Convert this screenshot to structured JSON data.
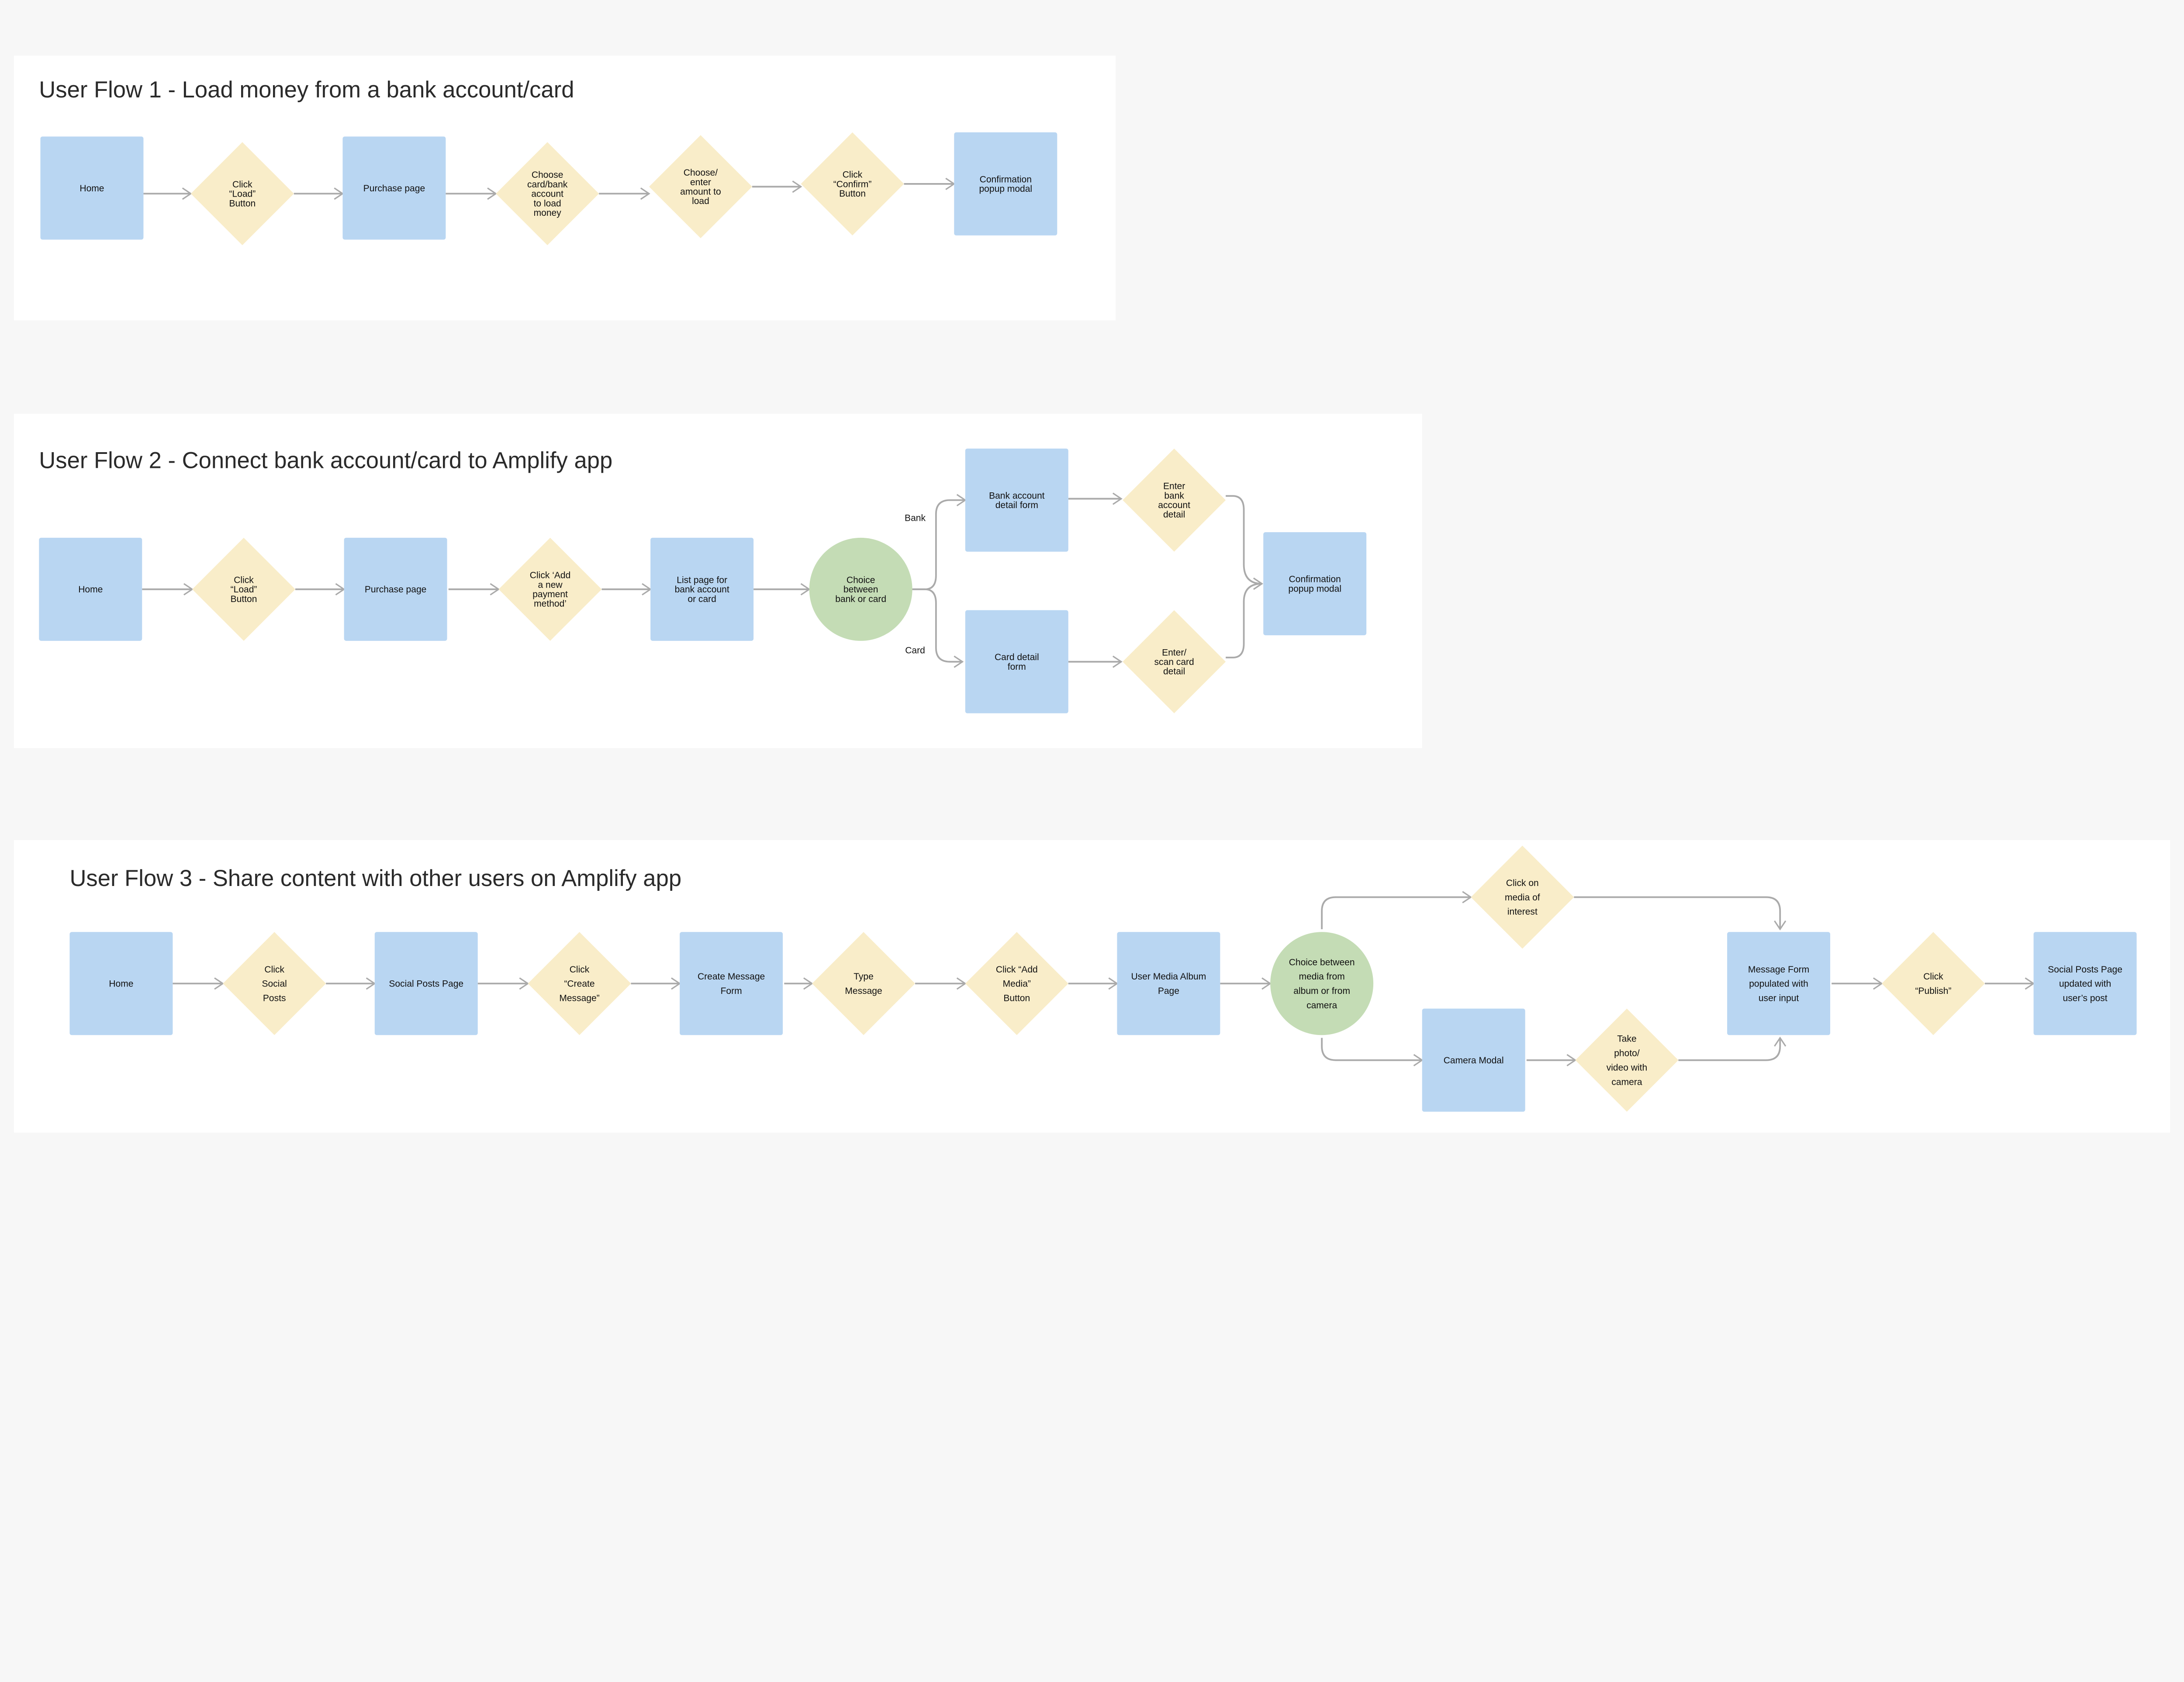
{
  "colors": {
    "page_node": "#b9d6f2",
    "action_node": "#f9edc9",
    "choice_node": "#c4dcb5",
    "edge": "#aaaaaa",
    "panel": "#ffffff",
    "background": "#f7f7f7"
  },
  "flows": [
    {
      "title": "User Flow 1 - Load money from a bank account/card",
      "nodes": [
        {
          "id": "f1-home",
          "kind": "page",
          "lines": [
            "Home"
          ]
        },
        {
          "id": "f1-click-load",
          "kind": "action",
          "lines": [
            "Click",
            "“Load”",
            "Button"
          ]
        },
        {
          "id": "f1-purchase",
          "kind": "page",
          "lines": [
            "Purchase page"
          ]
        },
        {
          "id": "f1-choose-card",
          "kind": "action",
          "lines": [
            "Choose",
            "card/bank",
            "account",
            "to load",
            "money"
          ]
        },
        {
          "id": "f1-enter-amount",
          "kind": "action",
          "lines": [
            "Choose/",
            "enter",
            "amount to",
            "load"
          ]
        },
        {
          "id": "f1-click-confirm",
          "kind": "action",
          "lines": [
            "Click",
            "“Confirm”",
            "Button"
          ]
        },
        {
          "id": "f1-confirmation",
          "kind": "page",
          "lines": [
            "Confirmation",
            "popup modal"
          ]
        }
      ]
    },
    {
      "title": "User Flow 2 - Connect bank account/card to Amplify app",
      "nodes": [
        {
          "id": "f2-home",
          "kind": "page",
          "lines": [
            "Home"
          ]
        },
        {
          "id": "f2-click-load",
          "kind": "action",
          "lines": [
            "Click",
            "“Load”",
            "Button"
          ]
        },
        {
          "id": "f2-purchase",
          "kind": "page",
          "lines": [
            "Purchase page"
          ]
        },
        {
          "id": "f2-add-payment",
          "kind": "action",
          "lines": [
            "Click ‘Add",
            "a new",
            "payment",
            "method’"
          ]
        },
        {
          "id": "f2-list-page",
          "kind": "page",
          "lines": [
            "List page for",
            "bank account",
            "or card"
          ]
        },
        {
          "id": "f2-choice",
          "kind": "choice",
          "lines": [
            "Choice",
            "between",
            "bank or card"
          ]
        },
        {
          "id": "f2-bank-form",
          "kind": "page",
          "lines": [
            "Bank account",
            "detail form"
          ]
        },
        {
          "id": "f2-card-form",
          "kind": "page",
          "lines": [
            "Card detail",
            "form"
          ]
        },
        {
          "id": "f2-enter-bank",
          "kind": "action",
          "lines": [
            "Enter",
            "bank",
            "account",
            "detail"
          ]
        },
        {
          "id": "f2-enter-card",
          "kind": "action",
          "lines": [
            "Enter/",
            "scan card",
            "detail"
          ]
        },
        {
          "id": "f2-confirmation",
          "kind": "page",
          "lines": [
            "Confirmation",
            "popup modal"
          ]
        }
      ],
      "edge_labels": [
        "Bank",
        "Card"
      ]
    },
    {
      "title": "User Flow 3 - Share content with other users on Amplify app",
      "nodes": [
        {
          "id": "f3-home",
          "kind": "page",
          "lines": [
            "Home"
          ]
        },
        {
          "id": "f3-click-social",
          "kind": "action",
          "lines": [
            "Click",
            "Social",
            "Posts"
          ]
        },
        {
          "id": "f3-social-posts",
          "kind": "page",
          "lines": [
            "Social Posts Page"
          ]
        },
        {
          "id": "f3-click-create",
          "kind": "action",
          "lines": [
            "Click",
            "“Create",
            "Message”"
          ]
        },
        {
          "id": "f3-create-form",
          "kind": "page",
          "lines": [
            "Create Message",
            "Form"
          ]
        },
        {
          "id": "f3-type-message",
          "kind": "action",
          "lines": [
            "Type",
            "Message"
          ]
        },
        {
          "id": "f3-click-add-media",
          "kind": "action",
          "lines": [
            "Click “Add",
            "Media”",
            "Button"
          ]
        },
        {
          "id": "f3-media-album",
          "kind": "page",
          "lines": [
            "User Media Album",
            "Page"
          ]
        },
        {
          "id": "f3-choice",
          "kind": "choice",
          "lines": [
            "Choice between",
            "media from",
            "album or from",
            "camera"
          ]
        },
        {
          "id": "f3-click-media",
          "kind": "action",
          "lines": [
            "Click on",
            "media of",
            "interest"
          ]
        },
        {
          "id": "f3-camera-modal",
          "kind": "page",
          "lines": [
            "Camera Modal"
          ]
        },
        {
          "id": "f3-take-photo",
          "kind": "action",
          "lines": [
            "Take",
            "photo/",
            "video with",
            "camera"
          ]
        },
        {
          "id": "f3-message-form",
          "kind": "page",
          "lines": [
            "Message Form",
            "populated with",
            "user input"
          ]
        },
        {
          "id": "f3-click-publish",
          "kind": "action",
          "lines": [
            "Click",
            "“Publish”"
          ]
        },
        {
          "id": "f3-social-updated",
          "kind": "page",
          "lines": [
            "Social Posts Page",
            "updated with",
            "user’s post"
          ]
        }
      ]
    }
  ]
}
